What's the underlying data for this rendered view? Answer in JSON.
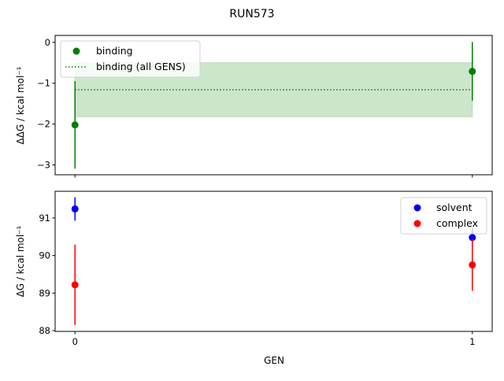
{
  "chart_data": [
    {
      "type": "scatter",
      "title": "RUN573",
      "ylabel": "ΔΔG / kcal mol⁻¹",
      "xlim": [
        -0.05,
        1.05
      ],
      "ylim": [
        -3.24,
        0.17
      ],
      "yticks": [
        0,
        -1,
        -2,
        -3
      ],
      "ytick_labels": [
        "0",
        "−1",
        "−2",
        "−3"
      ],
      "legend": "top-left",
      "series": [
        {
          "name": "binding",
          "color": "#008000",
          "x": [
            0,
            1
          ],
          "y": [
            -2.02,
            -0.71
          ],
          "yerr": [
            1.07,
            0.72
          ]
        }
      ],
      "summary": {
        "name": "binding (all GENS)",
        "color": "#008000",
        "mean": -1.16,
        "band": [
          -1.82,
          -0.5
        ],
        "band_color": "#cce6cc",
        "x_range": [
          0,
          1
        ]
      }
    },
    {
      "type": "scatter",
      "xlabel": "GEN",
      "ylabel": "ΔG / kcal mol⁻¹",
      "xlim": [
        -0.05,
        1.05
      ],
      "ylim": [
        87.98,
        91.71
      ],
      "xticks": [
        0,
        1
      ],
      "xtick_labels": [
        "0",
        "1"
      ],
      "yticks": [
        88,
        89,
        90,
        91
      ],
      "ytick_labels": [
        "88",
        "89",
        "90",
        "91"
      ],
      "legend": "top-right",
      "series": [
        {
          "name": "solvent",
          "color": "#0000ff",
          "x": [
            0,
            1
          ],
          "y": [
            91.24,
            90.48
          ],
          "yerr": [
            0.31,
            0.25
          ]
        },
        {
          "name": "complex",
          "color": "#ff0000",
          "x": [
            0,
            1
          ],
          "y": [
            89.22,
            89.75
          ],
          "yerr": [
            1.07,
            0.69
          ]
        }
      ]
    }
  ]
}
